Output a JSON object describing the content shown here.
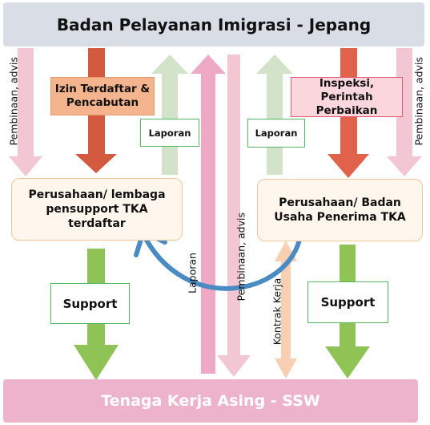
{
  "header": {
    "title": "Badan Pelayanan Imigrasi - Jepang"
  },
  "footer": {
    "title": "Tenaga Kerja Asing - SSW"
  },
  "org_left": {
    "line1": "Perusahaan/ lembaga",
    "line2": "pensupport TKA",
    "line3": "terdaftar"
  },
  "org_right": {
    "line1": "Perusahaan/ Badan",
    "line2": "Usaha Penerima TKA"
  },
  "action_left": {
    "line1": "Izin Terdaftar &",
    "line2": "Pencabutan"
  },
  "action_right": {
    "line1": "Inspeksi, Perintah",
    "line2": "Perbaikan"
  },
  "laporan_left": "Laporan",
  "laporan_right": "Laporan",
  "support_left": "Support",
  "support_right": "Support",
  "vertical_labels": {
    "pembinaan_left": "Pembinaan, advis",
    "pembinaan_right": "Pembinaan, advis",
    "laporan_center": "Laporan",
    "pembinaan_center": "Pembinaan, advis",
    "kontrak_kerja": "Kontrak Kerja"
  },
  "colors": {
    "pink_light": "#f3c6d3",
    "pink_mid": "#eeaac4",
    "red_arrow": "#d3593f",
    "red_arrow_right": "#e1624a",
    "green_light": "#d3e3c9",
    "green_arrow": "#8fc356",
    "peach_arrow": "#f7cfb2",
    "blue_curve": "#4a8bc4"
  }
}
